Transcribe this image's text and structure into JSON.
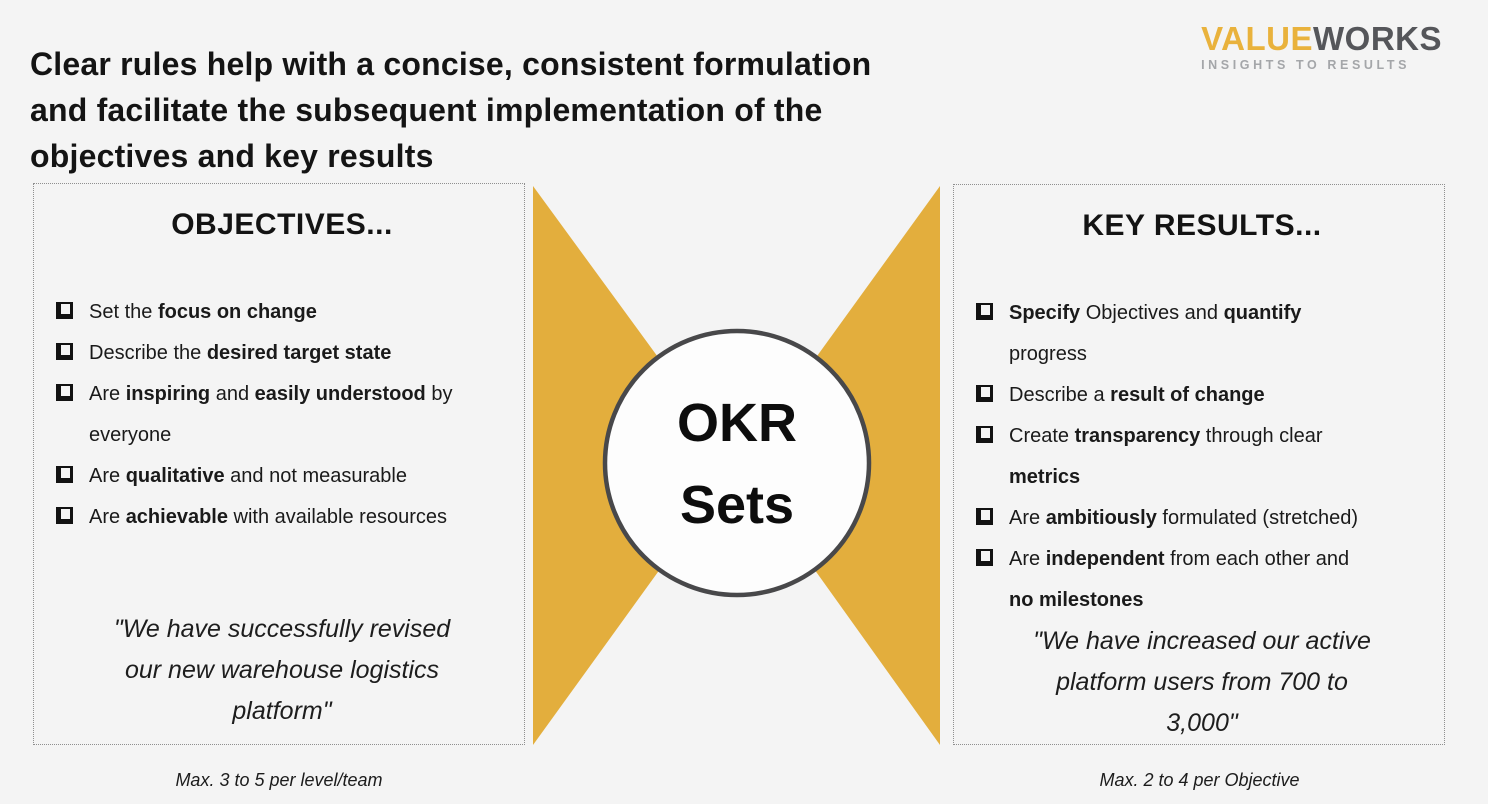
{
  "headline": {
    "lines": [
      "Clear rules help with a concise, consistent formulation",
      "and facilitate the subsequent implementation of the",
      "objectives and key results"
    ]
  },
  "logo": {
    "part1": "VALUE",
    "part2": "WORKS",
    "tagline": "INSIGHTS TO RESULTS"
  },
  "colors": {
    "accent_gold": "#e3ae3d",
    "logo_gold": "#e9b23c",
    "logo_gray": "#55565a",
    "tagline_gray": "#a4a6a9",
    "circle_stroke": "#48484a",
    "background": "#f4f4f4",
    "text_dark": "#141414"
  },
  "center": {
    "line1": "OKR",
    "line2": "Sets"
  },
  "left_box": {
    "title": "OBJECTIVES...",
    "items": [
      {
        "segments": [
          {
            "t": "Set the ",
            "b": false
          },
          {
            "t": "focus on change",
            "b": true
          }
        ]
      },
      {
        "segments": [
          {
            "t": "Describe the ",
            "b": false
          },
          {
            "t": "desired target state",
            "b": true
          }
        ]
      },
      {
        "segments": [
          {
            "t": "Are ",
            "b": false
          },
          {
            "t": "inspiring",
            "b": true
          },
          {
            "t": " and ",
            "b": false
          },
          {
            "t": "easily understood",
            "b": true
          },
          {
            "t": " by",
            "b": false
          },
          {
            "br": true
          },
          {
            "t": "everyone",
            "b": false
          }
        ]
      },
      {
        "segments": [
          {
            "t": "Are ",
            "b": false
          },
          {
            "t": "qualitative",
            "b": true
          },
          {
            "t": " and not measurable",
            "b": false
          }
        ]
      },
      {
        "segments": [
          {
            "t": "Are ",
            "b": false
          },
          {
            "t": "achievable",
            "b": true
          },
          {
            "t": " with available resources",
            "b": false
          }
        ]
      }
    ],
    "quote_lines": [
      "\"We have successfully revised",
      "our new warehouse logistics",
      "platform\""
    ],
    "caption": "Max. 3 to 5 per level/team"
  },
  "right_box": {
    "title": "KEY RESULTS...",
    "items": [
      {
        "segments": [
          {
            "t": "Specify",
            "b": true
          },
          {
            "t": " Objectives and ",
            "b": false
          },
          {
            "t": "quantify",
            "b": true
          },
          {
            "br": true
          },
          {
            "t": "progress",
            "b": false
          }
        ]
      },
      {
        "segments": [
          {
            "t": "Describe a ",
            "b": false
          },
          {
            "t": "result of change",
            "b": true
          }
        ]
      },
      {
        "segments": [
          {
            "t": "Create ",
            "b": false
          },
          {
            "t": "transparency",
            "b": true
          },
          {
            "t": " through clear",
            "b": false
          },
          {
            "br": true
          },
          {
            "t": "metrics",
            "b": true
          }
        ]
      },
      {
        "segments": [
          {
            "t": "Are ",
            "b": false
          },
          {
            "t": "ambitiously",
            "b": true
          },
          {
            "t": " formulated (stretched)",
            "b": false
          }
        ]
      },
      {
        "segments": [
          {
            "t": "Are ",
            "b": false
          },
          {
            "t": "independent",
            "b": true
          },
          {
            "t": " from each other and",
            "b": false
          },
          {
            "br": true
          },
          {
            "t": "no milestones",
            "b": true
          }
        ]
      }
    ],
    "quote_lines": [
      "\"We have increased our active",
      "platform users from 700 to",
      "3,000\""
    ],
    "caption": "Max. 2 to 4 per Objective"
  }
}
